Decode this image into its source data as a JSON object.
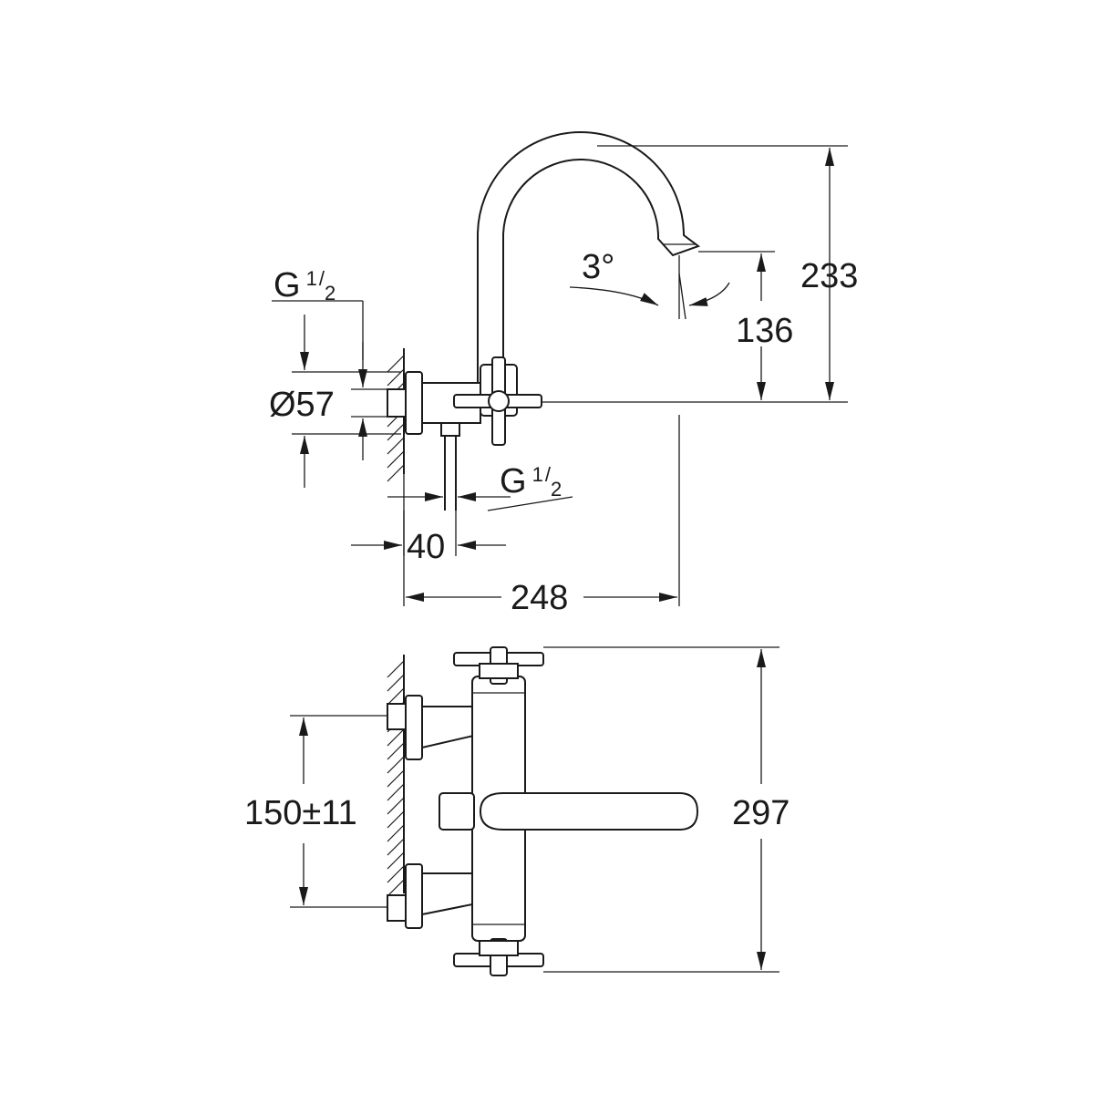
{
  "side_view": {
    "inlet_thread": {
      "base": "G",
      "num": "1",
      "den": "2"
    },
    "outlet_thread": {
      "base": "G",
      "num": "1",
      "den": "2"
    },
    "flange_diameter": "Ø57",
    "spout_angle": "3°",
    "outlet_height": "136",
    "total_height": "233",
    "wall_to_outlet_offset": "40",
    "projection": "248"
  },
  "top_view": {
    "inlet_spacing": "150±11",
    "total_length": "297"
  }
}
